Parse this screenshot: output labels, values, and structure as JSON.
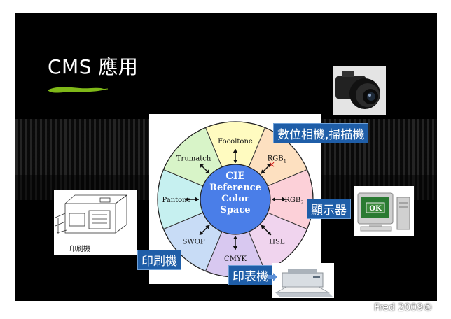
{
  "slide": {
    "title": "CMS 應用",
    "footer": "Fred 2009©"
  },
  "wheel": {
    "center_lines": [
      "CIE",
      "Reference",
      "Color",
      "Space"
    ],
    "segments": [
      {
        "label": "Focoltone",
        "color": "#fffbc0"
      },
      {
        "label": "RGB",
        "sub": "1",
        "color": "#fde0c0"
      },
      {
        "label": "RGB",
        "sub": "2",
        "color": "#fcd0d8"
      },
      {
        "label": "HSL",
        "color": "#f0d4ee"
      },
      {
        "label": "CMYK",
        "color": "#d8c8f0"
      },
      {
        "label": "SWOP",
        "color": "#c8dcf6"
      },
      {
        "label": "Pantone",
        "color": "#c6f0f0"
      },
      {
        "label": "Trumatch",
        "color": "#d8f4c8"
      }
    ],
    "center_color": "#4a7ee8"
  },
  "callouts": {
    "camera_label": "數位相機,掃描機",
    "monitor_label": "顯示器",
    "printer_label": "印刷機",
    "desktop_printer_label": "印表機",
    "press_caption": "印刷機",
    "ok_text": "OK"
  },
  "colors": {
    "background": "#000000",
    "label_bg": "#1f5ea8",
    "brush": "#7fb818"
  }
}
